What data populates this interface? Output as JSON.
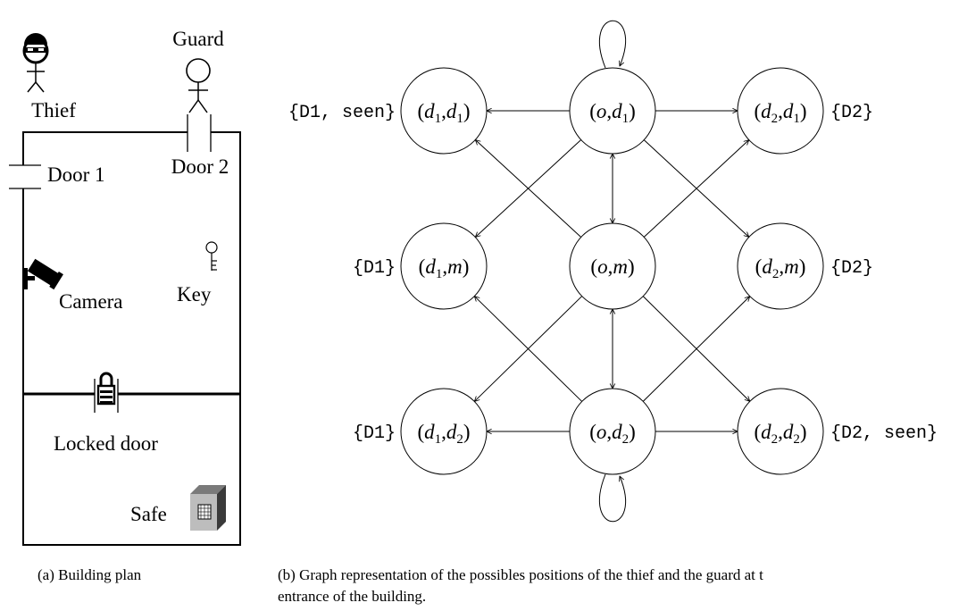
{
  "plan": {
    "thief_label": "Thief",
    "guard_label": "Guard",
    "door1_label": "Door 1",
    "door2_label": "Door 2",
    "camera_label": "Camera",
    "key_label": "Key",
    "locked_door_label": "Locked door",
    "safe_label": "Safe"
  },
  "graph": {
    "nodes": [
      {
        "id": "d1d1",
        "col": 0,
        "row": 0,
        "a": "d",
        "a_sub": "1",
        "b": "d",
        "b_sub": "1"
      },
      {
        "id": "od1",
        "col": 1,
        "row": 0,
        "a": "o",
        "a_sub": "",
        "b": "d",
        "b_sub": "1"
      },
      {
        "id": "d2d1",
        "col": 2,
        "row": 0,
        "a": "d",
        "a_sub": "2",
        "b": "d",
        "b_sub": "1"
      },
      {
        "id": "d1m",
        "col": 0,
        "row": 1,
        "a": "d",
        "a_sub": "1",
        "b": "m",
        "b_sub": ""
      },
      {
        "id": "om",
        "col": 1,
        "row": 1,
        "a": "o",
        "a_sub": "",
        "b": "m",
        "b_sub": ""
      },
      {
        "id": "d2m",
        "col": 2,
        "row": 1,
        "a": "d",
        "a_sub": "2",
        "b": "m",
        "b_sub": ""
      },
      {
        "id": "d1d2",
        "col": 0,
        "row": 2,
        "a": "d",
        "a_sub": "1",
        "b": "d",
        "b_sub": "2"
      },
      {
        "id": "od2",
        "col": 1,
        "row": 2,
        "a": "o",
        "a_sub": "",
        "b": "d",
        "b_sub": "2"
      },
      {
        "id": "d2d2",
        "col": 2,
        "row": 2,
        "a": "d",
        "a_sub": "2",
        "b": "d",
        "b_sub": "2"
      }
    ],
    "edges": [
      {
        "from": "od1",
        "to": "d1d1"
      },
      {
        "from": "od1",
        "to": "d2d1"
      },
      {
        "from": "od1",
        "to": "d1m"
      },
      {
        "from": "od1",
        "to": "d2m"
      },
      {
        "from": "od1",
        "to": "om",
        "both": true
      },
      {
        "from": "om",
        "to": "d1d1"
      },
      {
        "from": "om",
        "to": "d2d1"
      },
      {
        "from": "om",
        "to": "d1d2"
      },
      {
        "from": "om",
        "to": "d2d2"
      },
      {
        "from": "om",
        "to": "od2",
        "both": true
      },
      {
        "from": "od2",
        "to": "d1m"
      },
      {
        "from": "od2",
        "to": "d2m"
      },
      {
        "from": "od2",
        "to": "d1d2"
      },
      {
        "from": "od2",
        "to": "d2d2"
      }
    ],
    "loops": [
      "od1",
      "od2"
    ],
    "node_labels": [
      {
        "node": "d1d1",
        "text": "{D1, seen}",
        "side": "left"
      },
      {
        "node": "d2d1",
        "text": "{D2}",
        "side": "right"
      },
      {
        "node": "d1m",
        "text": "{D1}",
        "side": "left"
      },
      {
        "node": "d2m",
        "text": "{D2}",
        "side": "right"
      },
      {
        "node": "d1d2",
        "text": "{D1}",
        "side": "left"
      },
      {
        "node": "d2d2",
        "text": "{D2, seen}",
        "side": "right"
      }
    ]
  },
  "captions": {
    "a": "(a) Building plan",
    "b_line1": "(b) Graph representation of the possibles positions of the thief and the guard at t",
    "b_line2": "entrance of the building."
  }
}
